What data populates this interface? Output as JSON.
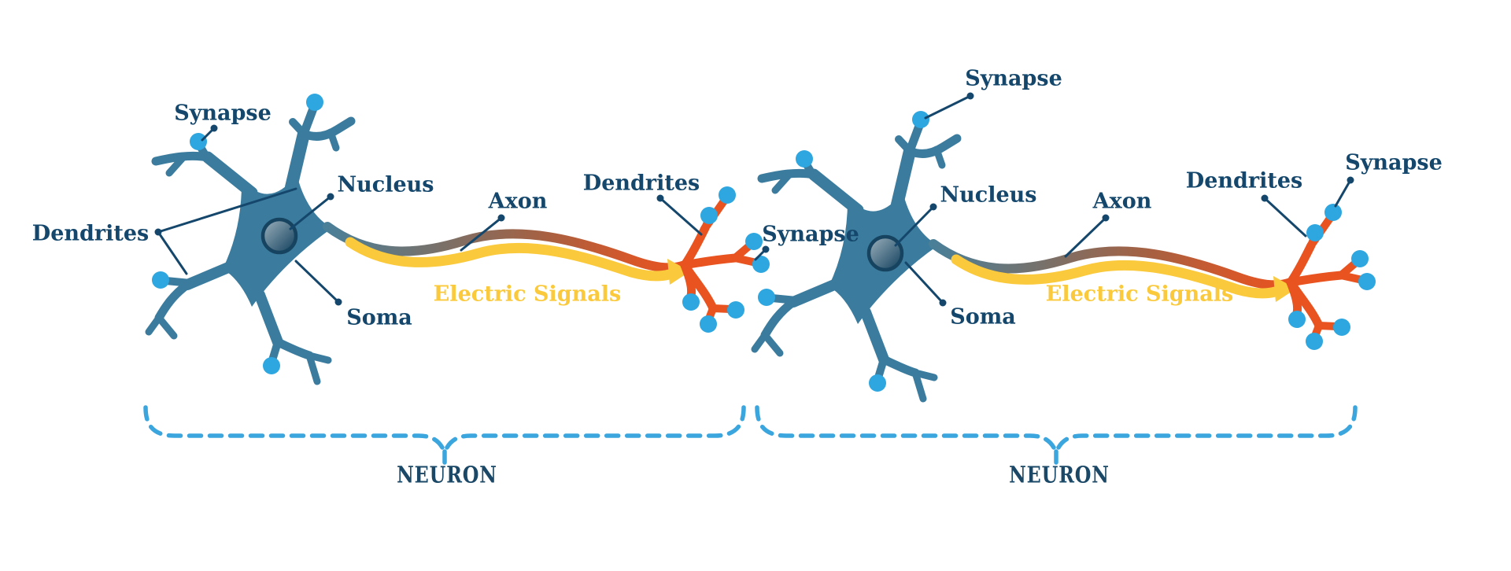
{
  "palette": {
    "cell_body_teal": "#3B7C9E",
    "label_navy": "#14476B",
    "synapse_dot_blue": "#2EA6DF",
    "signal_yellow": "#FAC93C",
    "terminal_orange": "#E8531F",
    "bracket_dash_blue": "#3BA5DE",
    "background": "#FFFFFF",
    "axon_gradient": [
      "#4A7F98",
      "#7A7068",
      "#A96040",
      "#E8531F"
    ],
    "nucleus_gradient": [
      "#9FB3BE",
      "#1E4A66"
    ]
  },
  "neuron_left": {
    "synapse_label": "Synapse",
    "dendrites_label": "Dendrites",
    "nucleus_label": "Nucleus",
    "soma_label": "Soma",
    "axon_label": "Axon",
    "electric_signals_label": "Electric Signals",
    "terminal_dendrites_label": "Dendrites",
    "junction_synapse_label": "Synapse",
    "bracket_label": "NEURON"
  },
  "neuron_right": {
    "synapse_label": "Synapse",
    "nucleus_label": "Nucleus",
    "soma_label": "Soma",
    "axon_label": "Axon",
    "electric_signals_label": "Electric Signals",
    "terminal_dendrites_label": "Dendrites",
    "terminal_synapse_label": "Synapse",
    "bracket_label": "NEURON"
  }
}
